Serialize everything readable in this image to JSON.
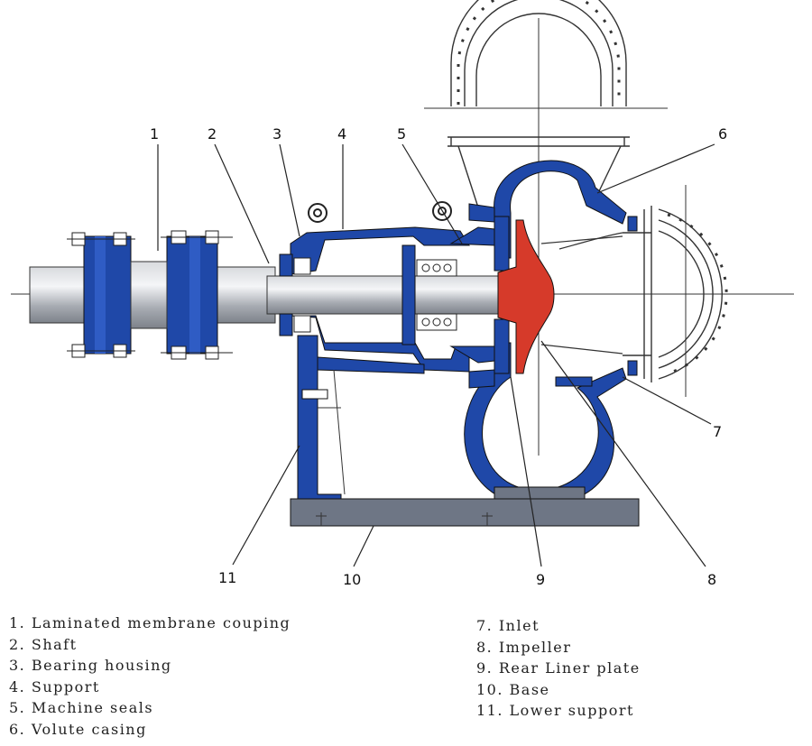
{
  "diagram": {
    "callout_numbers": [
      "1",
      "2",
      "3",
      "4",
      "5",
      "6",
      "7",
      "8",
      "9",
      "10",
      "11"
    ],
    "legend_left": [
      "1. Laminated membrane couping",
      "2. Shaft",
      "3. Bearing housing",
      "4. Support",
      "5. Machine seals",
      "6. Volute casing"
    ],
    "legend_right": [
      "7. Inlet",
      "8. Impeller",
      "9. Rear Liner plate",
      "10. Base",
      "11. Lower support"
    ],
    "colors": {
      "casing_blue": "#1f48a8",
      "impeller_red": "#d63a2a",
      "base_gray": "#6e7685",
      "shaft_gray": "#a9adb4",
      "line": "#222222"
    }
  }
}
